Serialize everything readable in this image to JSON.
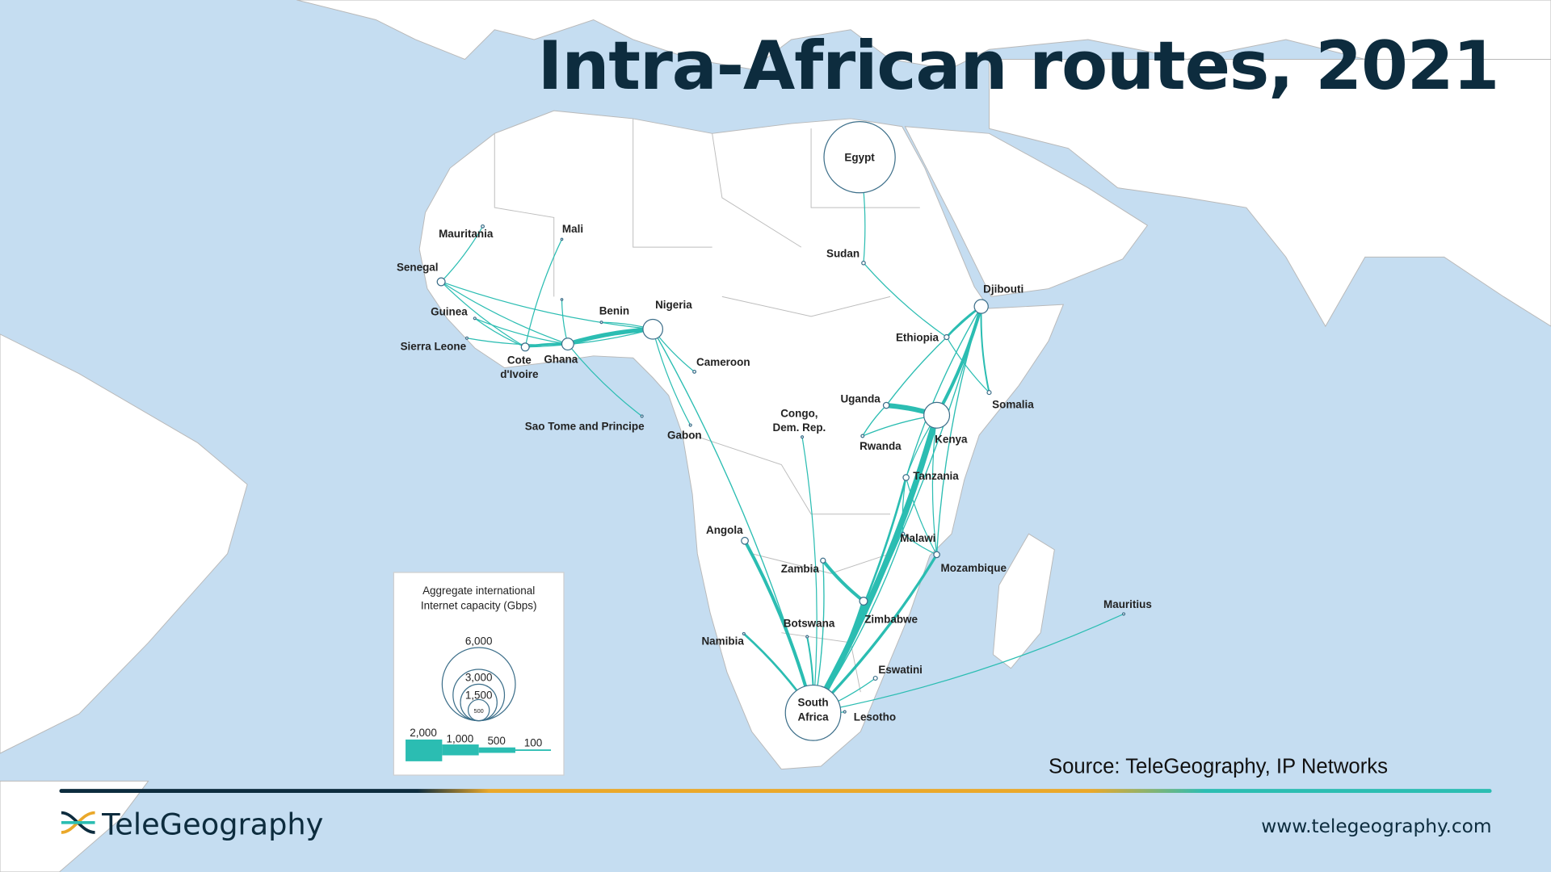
{
  "title": "Intra-African routes, 2021",
  "source": "Source: TeleGeography, IP Networks",
  "brand": {
    "name": "TeleGeography",
    "url": "www.telegeography.com"
  },
  "colors": {
    "ocean": "#c5ddf1",
    "land": "#ffffff",
    "route": "#2bbdb2",
    "title": "#0d2c3e",
    "node_stroke": "#3d6f8a",
    "accent_orange": "#eaa82a"
  },
  "legend": {
    "title_line1": "Aggregate international",
    "title_line2": "Internet capacity (Gbps)",
    "circles": [
      "6,000",
      "3,000",
      "1,500",
      "500"
    ],
    "bars": [
      "2,000",
      "1,000",
      "500",
      "100"
    ]
  },
  "nodes": [
    {
      "id": "egypt",
      "label": "Egypt"
    },
    {
      "id": "sudan",
      "label": "Sudan"
    },
    {
      "id": "djibouti",
      "label": "Djibouti"
    },
    {
      "id": "ethiopia",
      "label": "Ethiopia"
    },
    {
      "id": "somalia",
      "label": "Somalia"
    },
    {
      "id": "kenya",
      "label": "Kenya"
    },
    {
      "id": "uganda",
      "label": "Uganda"
    },
    {
      "id": "rwanda",
      "label": "Rwanda"
    },
    {
      "id": "tanzania",
      "label": "Tanzania"
    },
    {
      "id": "congo",
      "label": "Congo,",
      "label2": "Dem. Rep."
    },
    {
      "id": "malawi",
      "label": "Malawi"
    },
    {
      "id": "mozambique",
      "label": "Mozambique"
    },
    {
      "id": "zambia",
      "label": "Zambia"
    },
    {
      "id": "zimbabwe",
      "label": "Zimbabwe"
    },
    {
      "id": "angola",
      "label": "Angola"
    },
    {
      "id": "namibia",
      "label": "Namibia"
    },
    {
      "id": "botswana",
      "label": "Botswana"
    },
    {
      "id": "eswatini",
      "label": "Eswatini"
    },
    {
      "id": "lesotho",
      "label": "Lesotho"
    },
    {
      "id": "southafrica",
      "label": "South",
      "label2": "Africa"
    },
    {
      "id": "mauritius",
      "label": "Mauritius"
    },
    {
      "id": "nigeria",
      "label": "Nigeria"
    },
    {
      "id": "ghana",
      "label": "Ghana"
    },
    {
      "id": "cote",
      "label": "Cote",
      "label2": "d'Ivoire"
    },
    {
      "id": "senegal",
      "label": "Senegal"
    },
    {
      "id": "mauritania",
      "label": "Mauritania"
    },
    {
      "id": "mali",
      "label": "Mali"
    },
    {
      "id": "guinea",
      "label": "Guinea"
    },
    {
      "id": "sierraleone",
      "label": "Sierra Leone"
    },
    {
      "id": "benin",
      "label": "Benin"
    },
    {
      "id": "saotome",
      "label": "Sao Tome and Principe"
    },
    {
      "id": "gabon",
      "label": "Gabon"
    },
    {
      "id": "cameroon",
      "label": "Cameroon"
    },
    {
      "id": "burkina",
      "label": ""
    }
  ],
  "routes": [
    [
      "southafrica",
      "kenya",
      550
    ],
    [
      "southafrica",
      "tanzania",
      200
    ],
    [
      "southafrica",
      "djibouti",
      100
    ],
    [
      "southafrica",
      "zimbabwe",
      300
    ],
    [
      "southafrica",
      "angola",
      300
    ],
    [
      "southafrica",
      "namibia",
      200
    ],
    [
      "southafrica",
      "botswana",
      150
    ],
    [
      "southafrica",
      "zambia",
      100
    ],
    [
      "southafrica",
      "mozambique",
      250
    ],
    [
      "southafrica",
      "malawi",
      100
    ],
    [
      "southafrica",
      "eswatini",
      100
    ],
    [
      "southafrica",
      "lesotho",
      50
    ],
    [
      "southafrica",
      "mauritius",
      80
    ],
    [
      "southafrica",
      "nigeria",
      100
    ],
    [
      "southafrica",
      "congo",
      80
    ],
    [
      "zambia",
      "zimbabwe",
      300
    ],
    [
      "kenya",
      "djibouti",
      300
    ],
    [
      "kenya",
      "uganda",
      450
    ],
    [
      "kenya",
      "rwanda",
      100
    ],
    [
      "uganda",
      "rwanda",
      100
    ],
    [
      "kenya",
      "tanzania",
      80
    ],
    [
      "djibouti",
      "ethiopia",
      200
    ],
    [
      "djibouti",
      "somalia",
      150
    ],
    [
      "djibouti",
      "uganda",
      100
    ],
    [
      "djibouti",
      "tanzania",
      100
    ],
    [
      "djibouti",
      "mozambique",
      100
    ],
    [
      "ethiopia",
      "somalia",
      80
    ],
    [
      "sudan",
      "egypt",
      80
    ],
    [
      "sudan",
      "ethiopia",
      80
    ],
    [
      "tanzania",
      "malawi",
      80
    ],
    [
      "tanzania",
      "mozambique",
      80
    ],
    [
      "malawi",
      "mozambique",
      80
    ],
    [
      "kenya",
      "mozambique",
      80
    ],
    [
      "nigeria",
      "ghana",
      400
    ],
    [
      "nigeria",
      "cameroon",
      80
    ],
    [
      "nigeria",
      "gabon",
      80
    ],
    [
      "nigeria",
      "benin",
      50
    ],
    [
      "ghana",
      "saotome",
      80
    ],
    [
      "ghana",
      "cote",
      200
    ],
    [
      "senegal",
      "mauritania",
      80
    ],
    [
      "senegal",
      "cote",
      80
    ],
    [
      "senegal",
      "ghana",
      80
    ],
    [
      "senegal",
      "nigeria",
      80
    ],
    [
      "guinea",
      "cote",
      80
    ],
    [
      "guinea",
      "ghana",
      80
    ],
    [
      "sierraleone",
      "ghana",
      80
    ],
    [
      "mali",
      "cote",
      80
    ],
    [
      "burkina",
      "ghana",
      80
    ],
    [
      "cote",
      "nigeria",
      80
    ]
  ]
}
